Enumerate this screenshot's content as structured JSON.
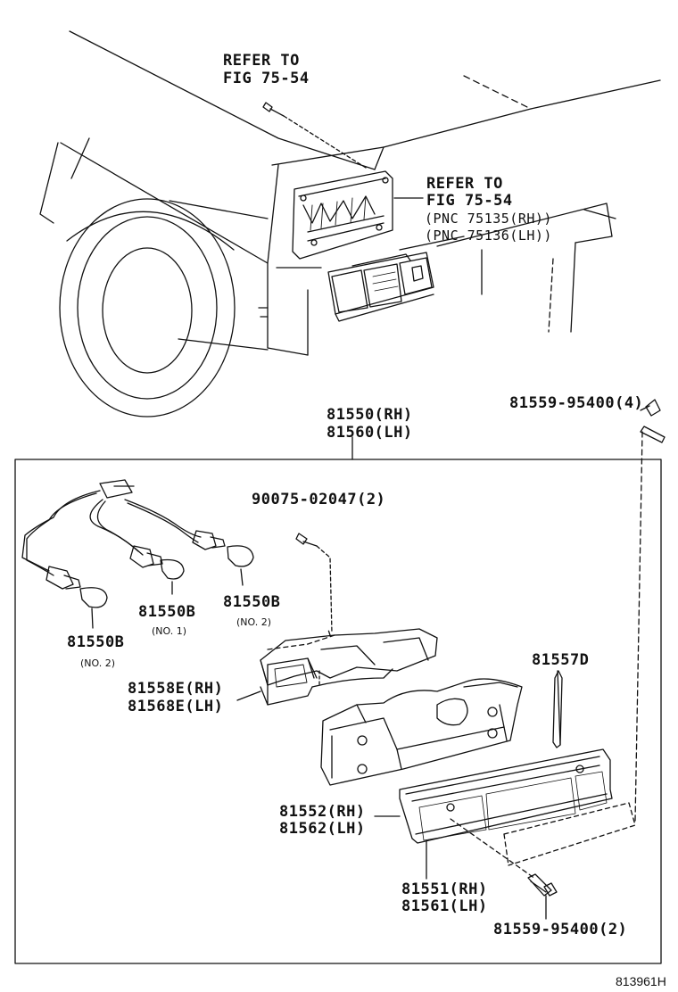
{
  "labels": {
    "refer_top_1": "REFER TO",
    "refer_top_2": "FIG 75-54",
    "refer_mid_1": "REFER TO",
    "refer_mid_2": "FIG 75-54",
    "pnc_rh": "(PNC 75135(RH))",
    "pnc_lh": "(PNC 75136(LH))",
    "assy_rh": "81550(RH)",
    "assy_lh": "81560(LH)",
    "screw_top": "81559-95400(4)",
    "screw_mid": "90075-02047(2)",
    "bulb_b1": "81550B",
    "bulb_b1_note": "(NO. 1)",
    "bulb_b2_right": "81550B",
    "bulb_b2_right_note": "(NO. 2)",
    "bulb_b2_left": "81550B",
    "bulb_b2_left_note": "(NO. 2)",
    "socket_rh": "81558E(RH)",
    "socket_lh": "81568E(LH)",
    "gasket": "81557D",
    "lens_rh": "81552(RH)",
    "lens_lh": "81562(LH)",
    "housing_rh": "81551(RH)",
    "housing_lh": "81561(LH)",
    "screw_bottom": "81559-95400(2)",
    "figure_id": "813961H"
  },
  "colors": {
    "line": "#111111",
    "background": "#ffffff"
  }
}
